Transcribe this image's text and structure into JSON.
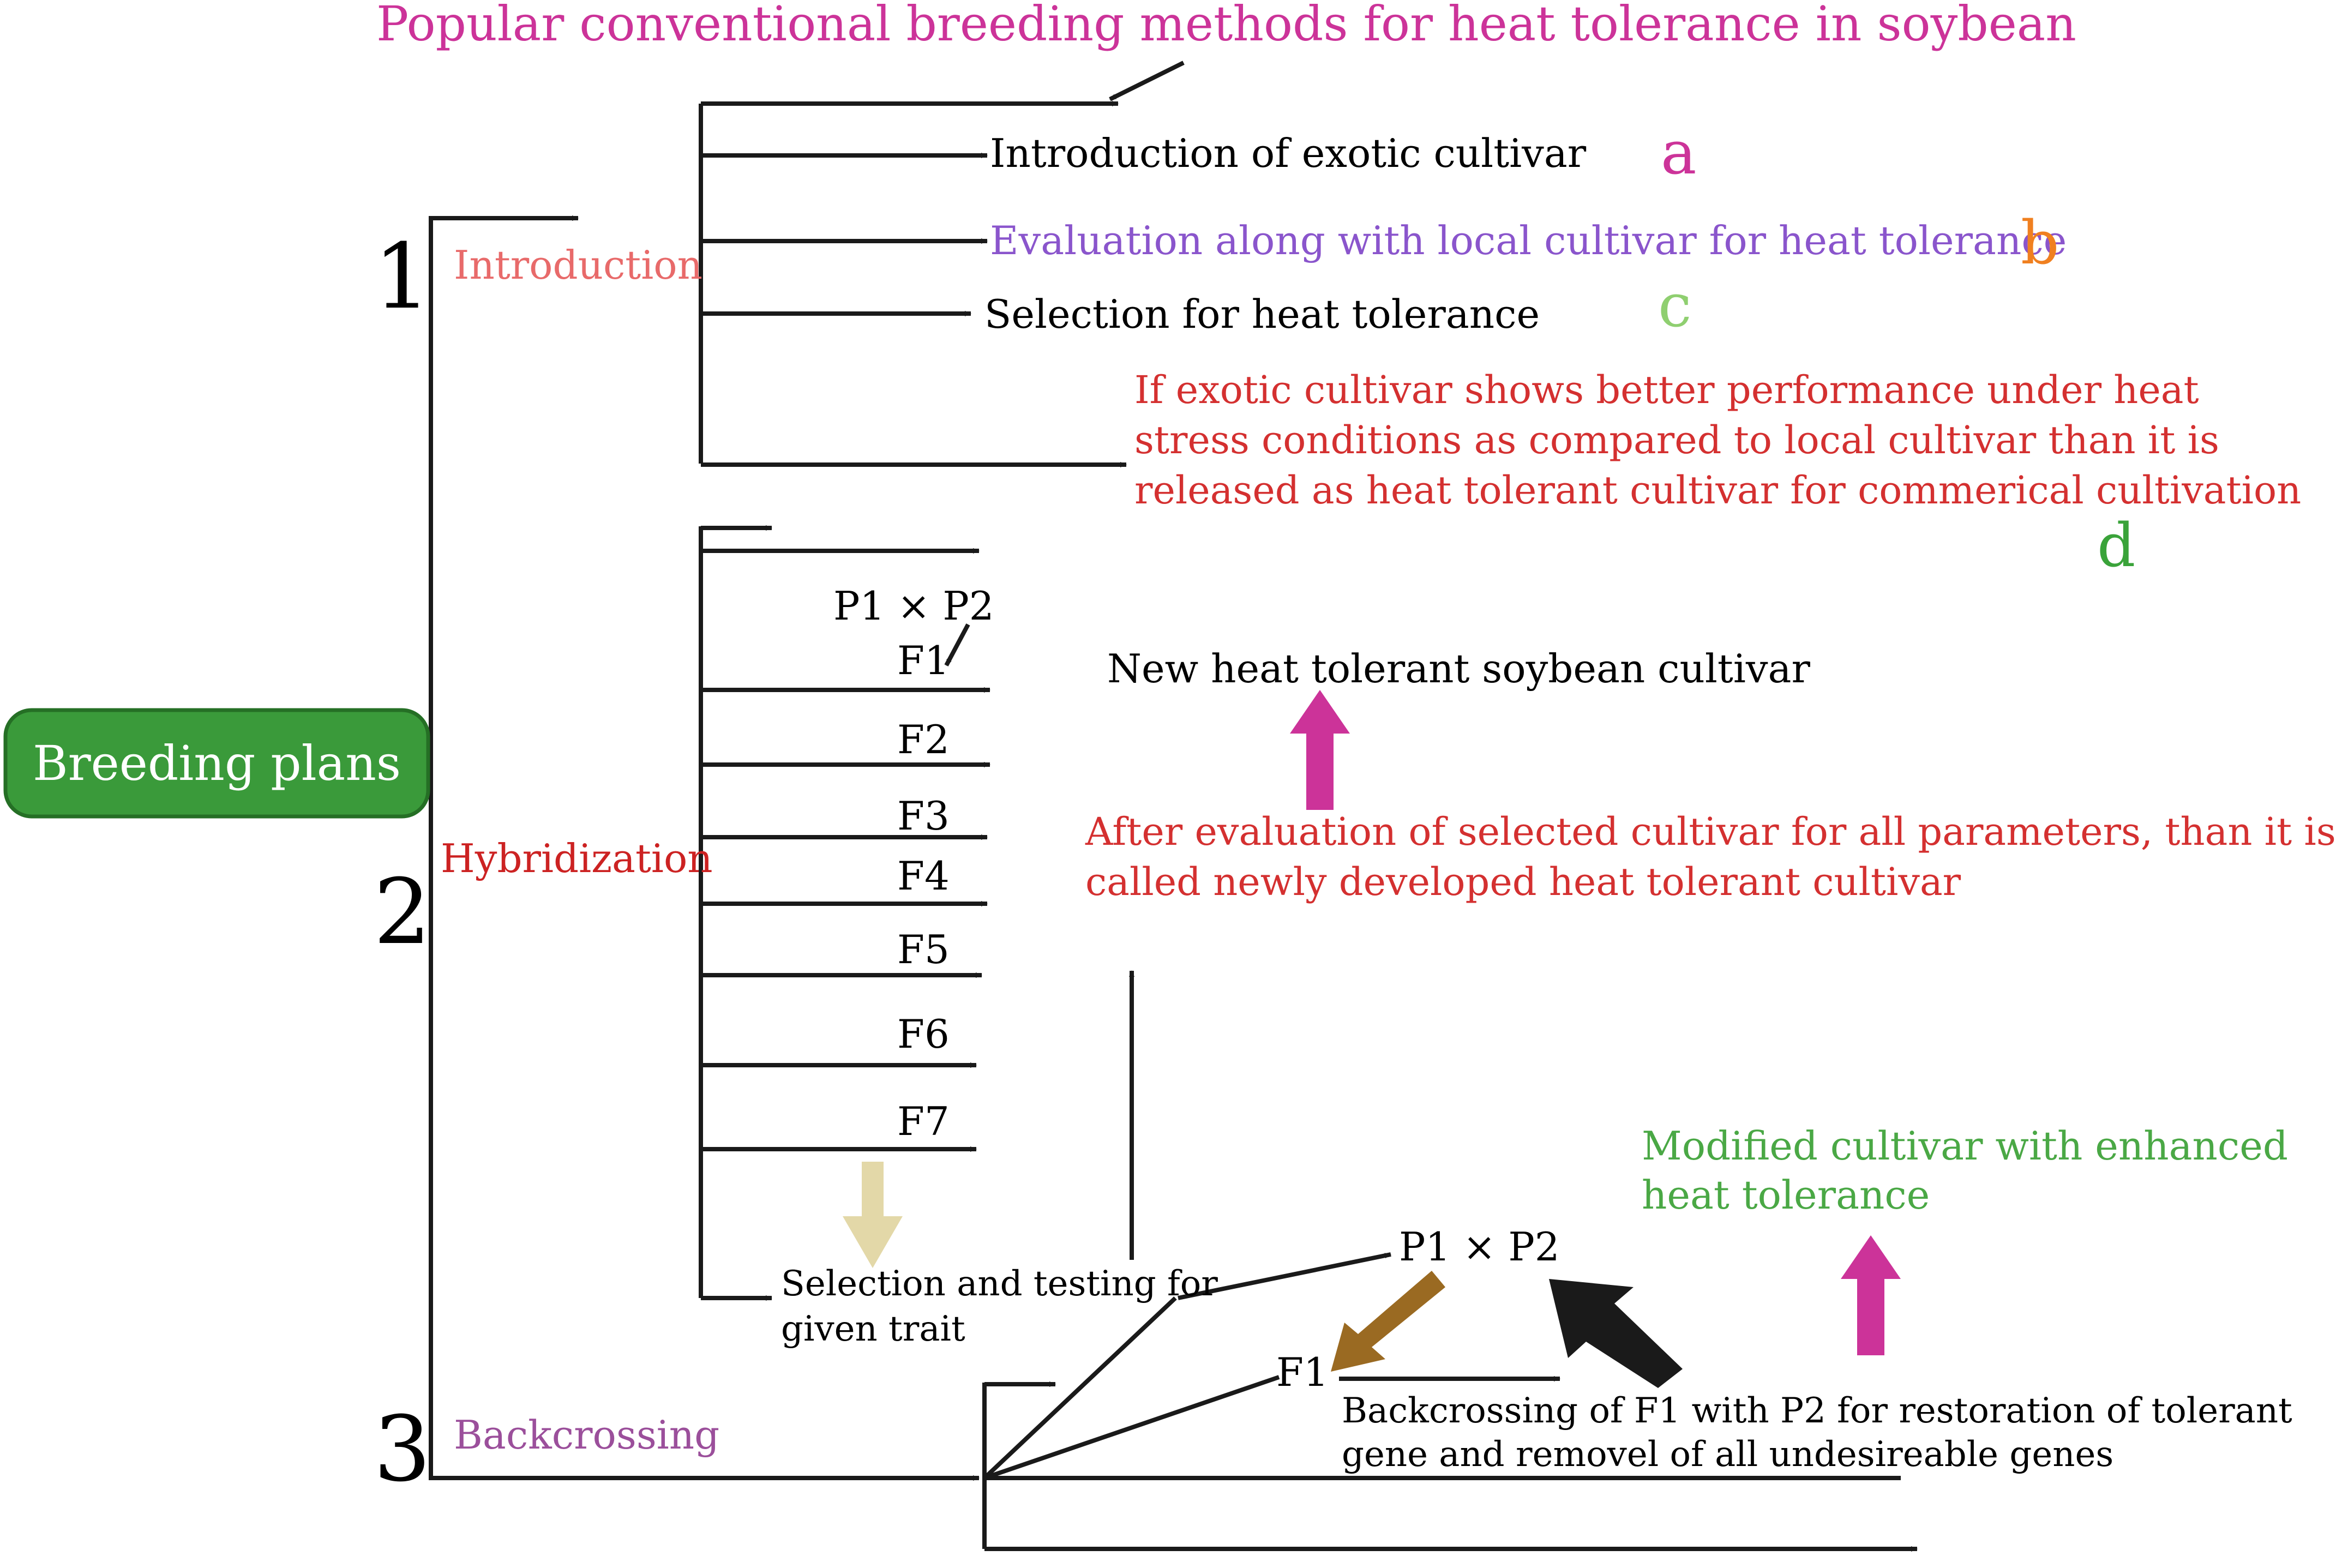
{
  "title": "Popular conventional breeding methods for heat tolerance in soybean",
  "root": {
    "label": "Breeding plans"
  },
  "methods": [
    {
      "number": "1",
      "name": "Introduction"
    },
    {
      "number": "2",
      "name": "Hybridization"
    },
    {
      "number": "3",
      "name": "Backcrossing"
    }
  ],
  "introduction": {
    "steps": [
      {
        "text": "Introduction of exotic cultivar",
        "letter": "a"
      },
      {
        "text": "Evaluation along with local cultivar for heat tolerance",
        "letter": "b"
      },
      {
        "text": "Selection for heat tolerance",
        "letter": "c"
      }
    ],
    "outcome_lines": [
      "If exotic cultivar shows better performance under heat",
      "stress conditions as compared to local cultivar than it is",
      "released as heat tolerant cultivar for commerical cultivation"
    ],
    "outcome_letter": "d"
  },
  "hybridization": {
    "cross": "P1 × P2",
    "generations": [
      "F1",
      "F2",
      "F3",
      "F4",
      "F5",
      "F6",
      "F7"
    ],
    "selection_lines": [
      "Selection and testing for",
      "given trait"
    ],
    "evaluation_lines": [
      "After evaluation of selected cultivar for all parameters, than it is",
      "called newly developed heat tolerant cultivar"
    ],
    "result": "New heat tolerant soybean cultivar"
  },
  "backcrossing": {
    "cross": "P1 × P2",
    "f1": "F1",
    "description_lines": [
      "Backcrossing of F1 with P2 for restoration of tolerant",
      "gene and removel of all undesireable genes"
    ],
    "result_lines": [
      "Modified cultivar with enhanced",
      "heat tolerance"
    ]
  },
  "colors": {
    "title": "#cc3399",
    "root_fill": "#3a9a3a",
    "root_border": "#256f25",
    "introduction_label": "#e86a6a",
    "hybridization_label": "#cc2222",
    "backcrossing_label": "#9b4f9b",
    "letter_a": "#cc3399",
    "letter_b": "#f08020",
    "letter_c": "#8fcf70",
    "letter_d": "#3aa33a",
    "step_b_text": "#8a55cc",
    "red_text": "#d43030",
    "green_text": "#4aa845",
    "magenta_arrow": "#cc3399",
    "tan_arrow": "#e3d8a8",
    "brown_arrow": "#9a6a22",
    "black_arrow": "#1a1a1a",
    "line": "#1a1a1a"
  }
}
